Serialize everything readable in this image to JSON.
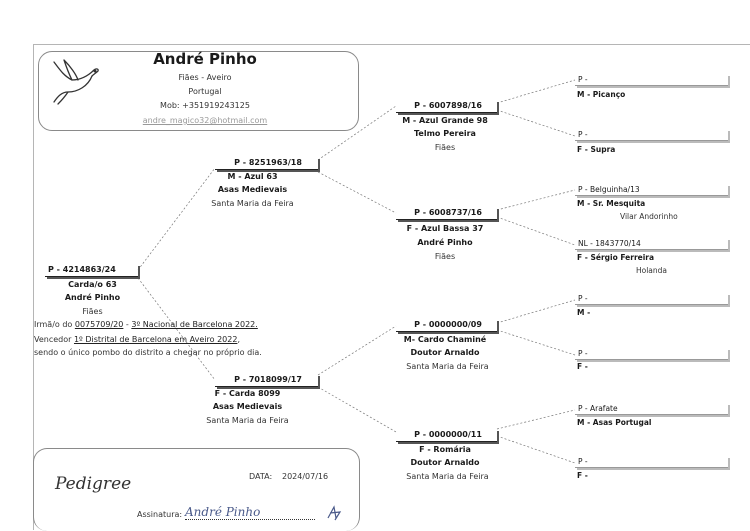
{
  "header": {
    "owner_name": "André Pinho",
    "location_line": "Fiães - Aveiro",
    "country": "Portugal",
    "mobile": "Mob: +351919243125",
    "email": "andre_magico32@hotmail.com"
  },
  "subject": {
    "ring": "P - 4214863/24",
    "color": "Carda/o 63",
    "breeder": "André Pinho",
    "place": "Fiães"
  },
  "notes": {
    "sibling_prefix": "Irmã/o do ",
    "sibling_ring": "0075709/20",
    "sibling_sep": " - ",
    "sibling_achievement": "3º Nacional de Barcelona 2022.",
    "winner_prefix": "Vencedor ",
    "winner_achievement": "1º Distrital de Barcelona em Aveiro 2022",
    "winner_suffix": ",",
    "winner_line2": "sendo o único pombo do distrito a chegar no próprio dia."
  },
  "father": {
    "ring": "P - 8251963/18",
    "color": "M - Azul 63",
    "breeder": "Asas Medievais",
    "place": "Santa Maria da Feira"
  },
  "mother": {
    "ring": "P - 7018099/17",
    "color": "F - Carda 8099",
    "breeder": "Asas Medievais",
    "place": "Santa Maria da Feira"
  },
  "ff": {
    "ring": "P - 6007898/16",
    "color": "M - Azul Grande 98",
    "breeder": "Telmo Pereira",
    "place": "Fiães"
  },
  "fm": {
    "ring": "P - 6008737/16",
    "color": "F - Azul Bassa 37",
    "breeder": "André Pinho",
    "place": "Fiães"
  },
  "mf": {
    "ring": "P - 0000000/09",
    "color": "M- Cardo Chaminé",
    "breeder": "Doutor Arnaldo",
    "place": "Santa Maria da Feira"
  },
  "mm": {
    "ring": "P - 0000000/11",
    "color": "F - Romária",
    "breeder": "Doutor Arnaldo",
    "place": "Santa Maria da Feira"
  },
  "ggp": [
    {
      "ring": "P -",
      "sub": "M - Picanço",
      "place": ""
    },
    {
      "ring": "P -",
      "sub": "F - Supra",
      "place": ""
    },
    {
      "ring": "P - Belguinha/13",
      "sub": "M - Sr. Mesquita",
      "place": "Vilar Andorinho"
    },
    {
      "ring": "NL - 1843770/14",
      "sub": "F - Sérgio Ferreira",
      "place": "Holanda"
    },
    {
      "ring": "P -",
      "sub": "M -",
      "place": ""
    },
    {
      "ring": "P -",
      "sub": "F -",
      "place": ""
    },
    {
      "ring": "P - Arafate",
      "sub": "M - Asas Portugal",
      "place": ""
    },
    {
      "ring": "P -",
      "sub": "F -",
      "place": ""
    }
  ],
  "footer": {
    "title": "Pedigree",
    "date_label": "DATA:",
    "date_value": "2024/07/16",
    "signature_label": "Assinatura:",
    "signature_value": "André Pinho"
  }
}
